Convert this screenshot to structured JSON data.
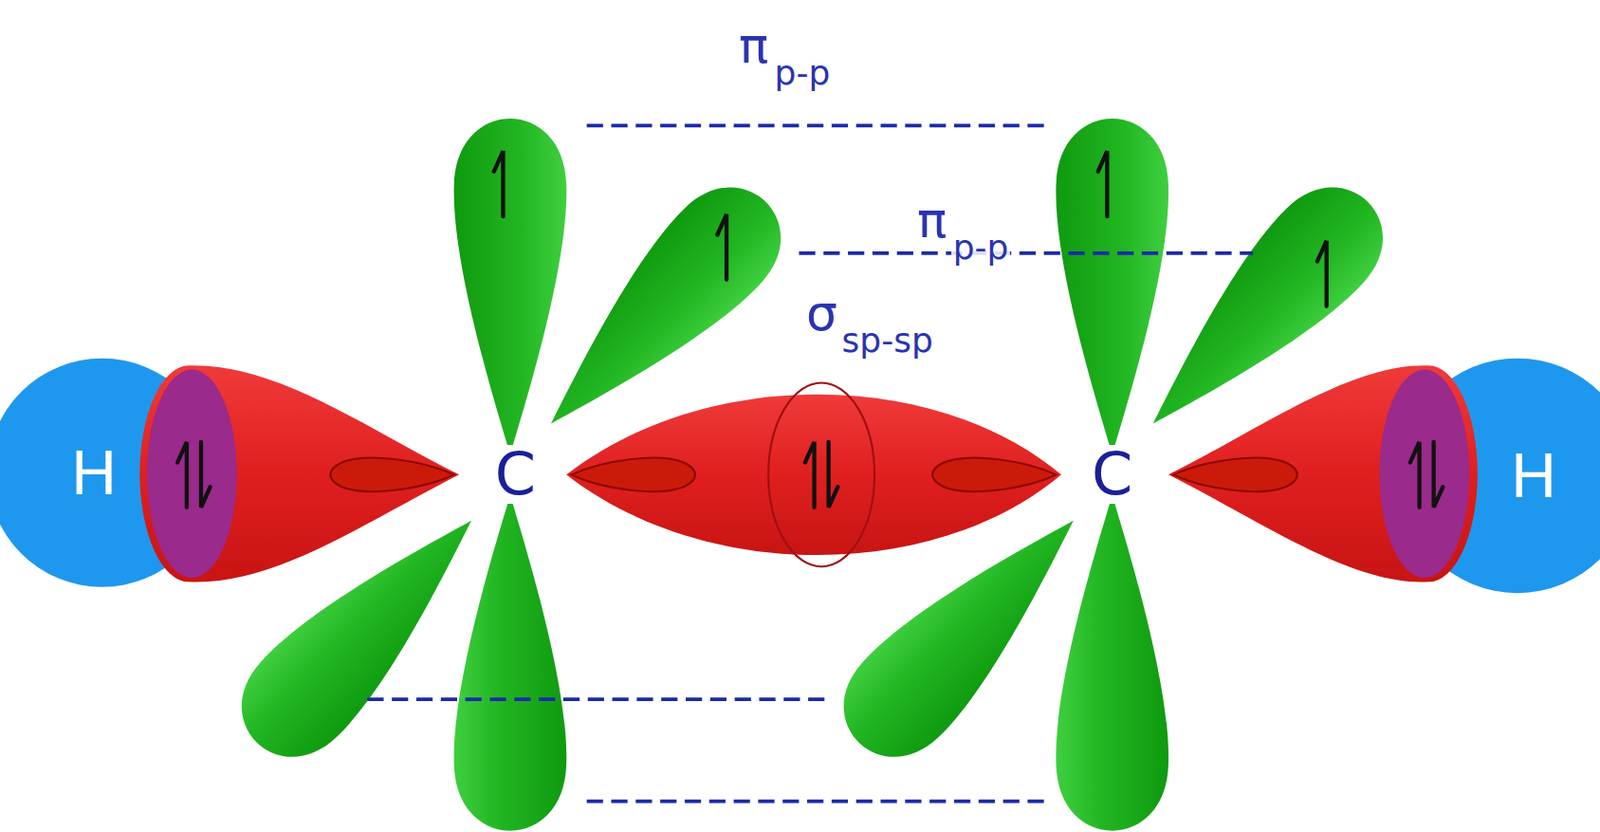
{
  "diagram": {
    "nodes": [
      {
        "text": [
          "H"
        ]
      },
      {
        "text": [
          "H"
        ]
      }
    ],
    "labels": [
      "π",
      "p-p",
      "π",
      "p-p",
      "σ",
      "sp-sp",
      "C",
      "C"
    ]
  }
}
